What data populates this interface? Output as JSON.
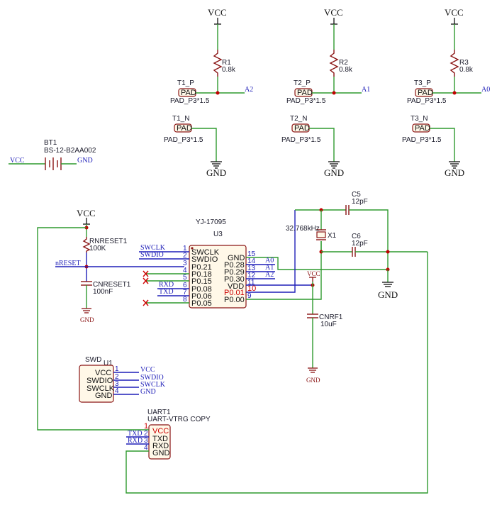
{
  "power": {
    "vcc": "VCC",
    "gnd": "GND"
  },
  "pads": [
    {
      "r_ref": "R1",
      "r_val": "0.8k",
      "p_ref": "T1_P",
      "pad": "PAD",
      "pad_fp": "PAD_P3*1.5",
      "net": "A2",
      "n_ref": "T1_N",
      "n_pad": "PAD",
      "n_fp": "PAD_P3*1.5"
    },
    {
      "r_ref": "R2",
      "r_val": "0.8k",
      "p_ref": "T2_P",
      "pad": "PAD",
      "pad_fp": "PAD_P3*1.5",
      "net": "A1",
      "n_ref": "T2_N",
      "n_pad": "PAD",
      "n_fp": "PAD_P3*1.5"
    },
    {
      "r_ref": "R3",
      "r_val": "0.8k",
      "p_ref": "T3_P",
      "pad": "PAD",
      "pad_fp": "PAD_P3*1.5",
      "net": "A0",
      "n_ref": "T3_N",
      "n_pad": "PAD",
      "n_fp": "PAD_P3*1.5"
    }
  ],
  "battery": {
    "ref": "BT1",
    "value": "BS-12-B2AA002",
    "left_net": "VCC",
    "right_net": "GND"
  },
  "reset": {
    "res_ref": "RNRESET1",
    "res_val": "100K",
    "cap_ref": "CNRESET1",
    "cap_val": "100nF",
    "net": "nRESET",
    "vcc": "VCC",
    "gnd": "GND"
  },
  "u3": {
    "value": "YJ-17095",
    "ref": "U3",
    "left_pins": [
      {
        "num": "1",
        "name": "SWCLK",
        "net": "SWCLK"
      },
      {
        "num": "2",
        "name": "SWDIO",
        "net": "SWDIO"
      },
      {
        "num": "3",
        "name": "P0.21",
        "net": ""
      },
      {
        "num": "4",
        "name": "P0.18",
        "net": ""
      },
      {
        "num": "5",
        "name": "P0.15",
        "net": ""
      },
      {
        "num": "6",
        "name": "P0.08",
        "net": "RXD"
      },
      {
        "num": "7",
        "name": "P0.06",
        "net": "TXD"
      },
      {
        "num": "8",
        "name": "P0.05",
        "net": ""
      }
    ],
    "right_pins": [
      {
        "num": "15",
        "name": "GND",
        "net": ""
      },
      {
        "num": "14",
        "name": "P0.28",
        "net": "A0"
      },
      {
        "num": "13",
        "name": "P0.29",
        "net": "A1"
      },
      {
        "num": "12",
        "name": "P0.30",
        "net": "A2"
      },
      {
        "num": "11",
        "name": "VDD",
        "net": ""
      },
      {
        "num": "10",
        "name": "P0.01",
        "net": ""
      },
      {
        "num": "9",
        "name": "P0.00",
        "net": ""
      }
    ]
  },
  "crystal": {
    "ref": "X1",
    "freq": "32.768kHz"
  },
  "caps": {
    "c5": {
      "ref": "C5",
      "val": "12pF"
    },
    "c6": {
      "ref": "C6",
      "val": "12pF"
    },
    "cnrf": {
      "ref": "CNRF1",
      "val": "10uF",
      "vcc": "VCC",
      "gnd": "GND"
    }
  },
  "swd": {
    "title": "SWD",
    "ref": "U1",
    "pins": [
      {
        "num": "1",
        "name": "VCC",
        "net": "VCC"
      },
      {
        "num": "2",
        "name": "SWDIO",
        "net": "SWDIO"
      },
      {
        "num": "3",
        "name": "SWCLK",
        "net": "SWCLK"
      },
      {
        "num": "4",
        "name": "GND",
        "net": "GND"
      }
    ]
  },
  "uart": {
    "ref": "UART1",
    "value": "UART-VTRG COPY",
    "pins": [
      {
        "num": "1",
        "name": "VCC",
        "net": ""
      },
      {
        "num": "2",
        "name": "TXD",
        "net": "TXD"
      },
      {
        "num": "3",
        "name": "RXD",
        "net": "RXD"
      },
      {
        "num": "4",
        "name": "GND",
        "net": ""
      }
    ]
  },
  "colors": {
    "wire": "#2f9a2f",
    "net_label": "#1f1fb8",
    "component": "#8a1414",
    "junction": "#c00000",
    "no_connect": "#d00000"
  }
}
